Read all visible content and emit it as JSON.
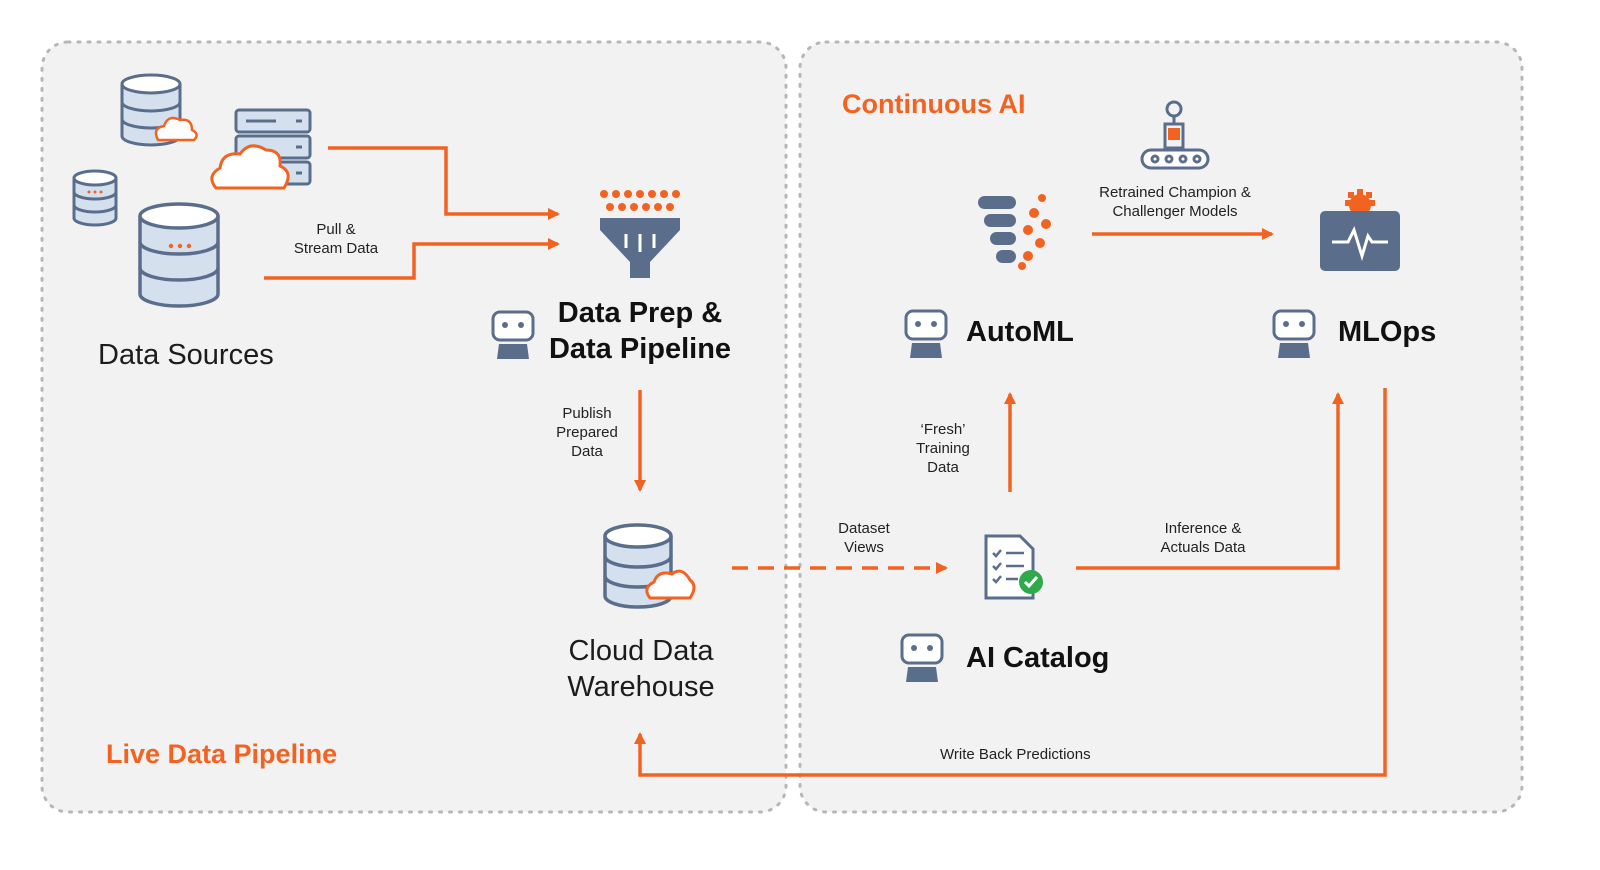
{
  "sections": {
    "live_data_pipeline": "Live Data Pipeline",
    "continuous_ai": "Continuous AI"
  },
  "nodes": {
    "data_sources": "Data Sources",
    "data_prep_line1": "Data Prep &",
    "data_prep_line2": "Data Pipeline",
    "cloud_dw_line1": "Cloud Data",
    "cloud_dw_line2": "Warehouse",
    "automl": "AutoML",
    "mlops": "MLOps",
    "ai_catalog": "AI Catalog"
  },
  "edges": {
    "pull_stream_1": "Pull &",
    "pull_stream_2": "Stream Data",
    "publish_1": "Publish",
    "publish_2": "Prepared",
    "publish_3": "Data",
    "dataset_views_1": "Dataset",
    "dataset_views_2": "Views",
    "fresh_1": "‘Fresh’",
    "fresh_2": "Training",
    "fresh_3": "Data",
    "retrained_1": "Retrained Champion &",
    "retrained_2": "Challenger Models",
    "inference_1": "Inference &",
    "inference_2": "Actuals Data",
    "write_back": "Write Back Predictions"
  },
  "colors": {
    "accent": "#f26322",
    "icon": "#5a6e8c",
    "icon_fill": "#d4e0ee",
    "panel": "#f2f2f2",
    "check": "#2eaa4a"
  }
}
